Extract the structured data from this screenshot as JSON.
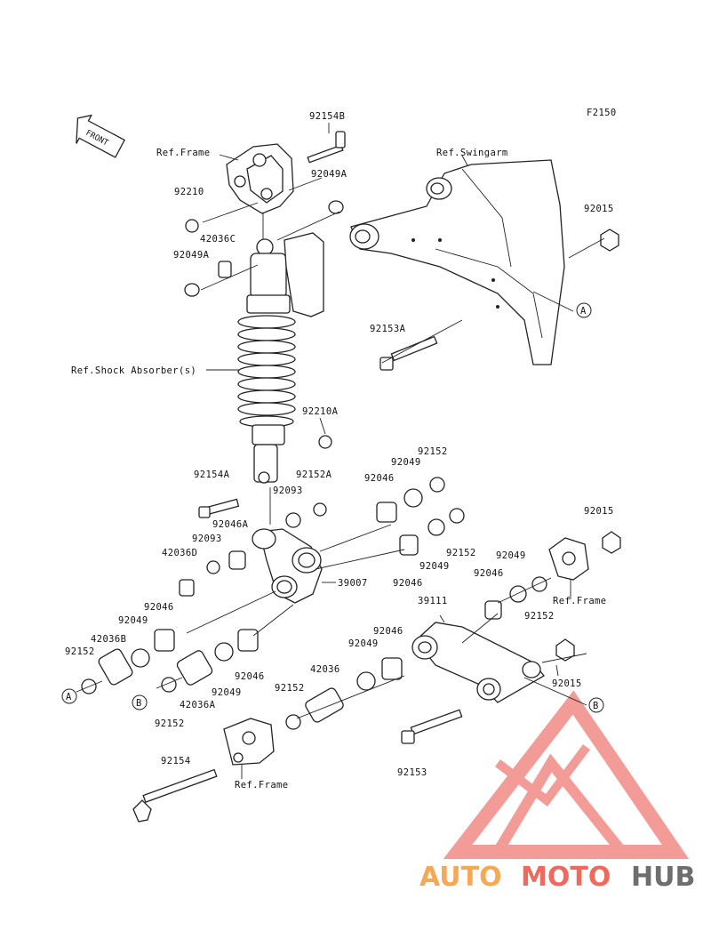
{
  "diagram": {
    "figure_code": "F2150",
    "front_arrow_text": "FRONT",
    "refs": {
      "frame_top": "Ref.Frame",
      "swingarm": "Ref.Swingarm",
      "shock": "Ref.Shock Absorber(s)",
      "frame_right": "Ref.Frame",
      "frame_bottom": "Ref.Frame"
    },
    "parts": {
      "p92154B": "92154B",
      "p92049A_1": "92049A",
      "p92210": "92210",
      "p42036C": "42036C",
      "p92049A_2": "92049A",
      "p92015_1": "92015",
      "p92153A": "92153A",
      "p92210A": "92210A",
      "p92152_1": "92152",
      "p92049_1": "92049",
      "p92154A": "92154A",
      "p92152A": "92152A",
      "p92093_1": "92093",
      "p92046_1": "92046",
      "p92046A": "92046A",
      "p92093_2": "92093",
      "p42036D": "42036D",
      "p92152_2": "92152",
      "p92049_2": "92049",
      "p39007": "39007",
      "p92046_2": "92046",
      "p92015_2": "92015",
      "p92049_3": "92049",
      "p92046_3": "92046",
      "p92152_3": "92152",
      "p39111": "39111",
      "p92046_4": "92046",
      "p92049_4": "92049",
      "p42036B": "42036B",
      "p92152_4": "92152",
      "p92049_5": "92049",
      "p92046_5": "92046",
      "p92046_6": "92046",
      "p92049_6": "92049",
      "p42036": "42036",
      "p42036A": "42036A",
      "p92152_5": "92152",
      "p92152_6": "92152",
      "p92015_3": "92015",
      "p92154": "92154",
      "p92153": "92153"
    },
    "callouts": {
      "a_right": "A",
      "a_left": "A",
      "b_left": "B",
      "b_right": "B"
    }
  },
  "watermark": {
    "part1": "AUTO",
    "part2": "MOTO",
    "part3": "HUB",
    "color1": "#f5a855",
    "color2": "#ee6a5e",
    "color3": "#6e6e70"
  }
}
